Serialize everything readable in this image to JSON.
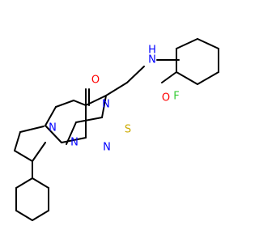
{
  "molecule": {
    "atoms": {
      "oxygen_ketone": {
        "label": "O",
        "color": "#ff0000"
      },
      "oxygen_amide": {
        "label": "O",
        "color": "#ff0000"
      },
      "nitrogen_amide": {
        "label": "N",
        "color": "#0000ff"
      },
      "hydrogen_amide": {
        "label": "H",
        "color": "#0000ff"
      },
      "fluorine": {
        "label": "F",
        "color": "#33cc33"
      },
      "nitrogen_ring_center": {
        "label": "N",
        "color": "#0000ff"
      },
      "nitrogen_pyrazole_left": {
        "label": "N",
        "color": "#0000ff"
      },
      "nitrogen_pyrazole_bottom": {
        "label": "N",
        "color": "#0000ff"
      },
      "nitrogen_pyrimidine_bottom": {
        "label": "N",
        "color": "#0000ff"
      },
      "sulfur": {
        "label": "S",
        "color": "#ccaa00"
      }
    }
  }
}
